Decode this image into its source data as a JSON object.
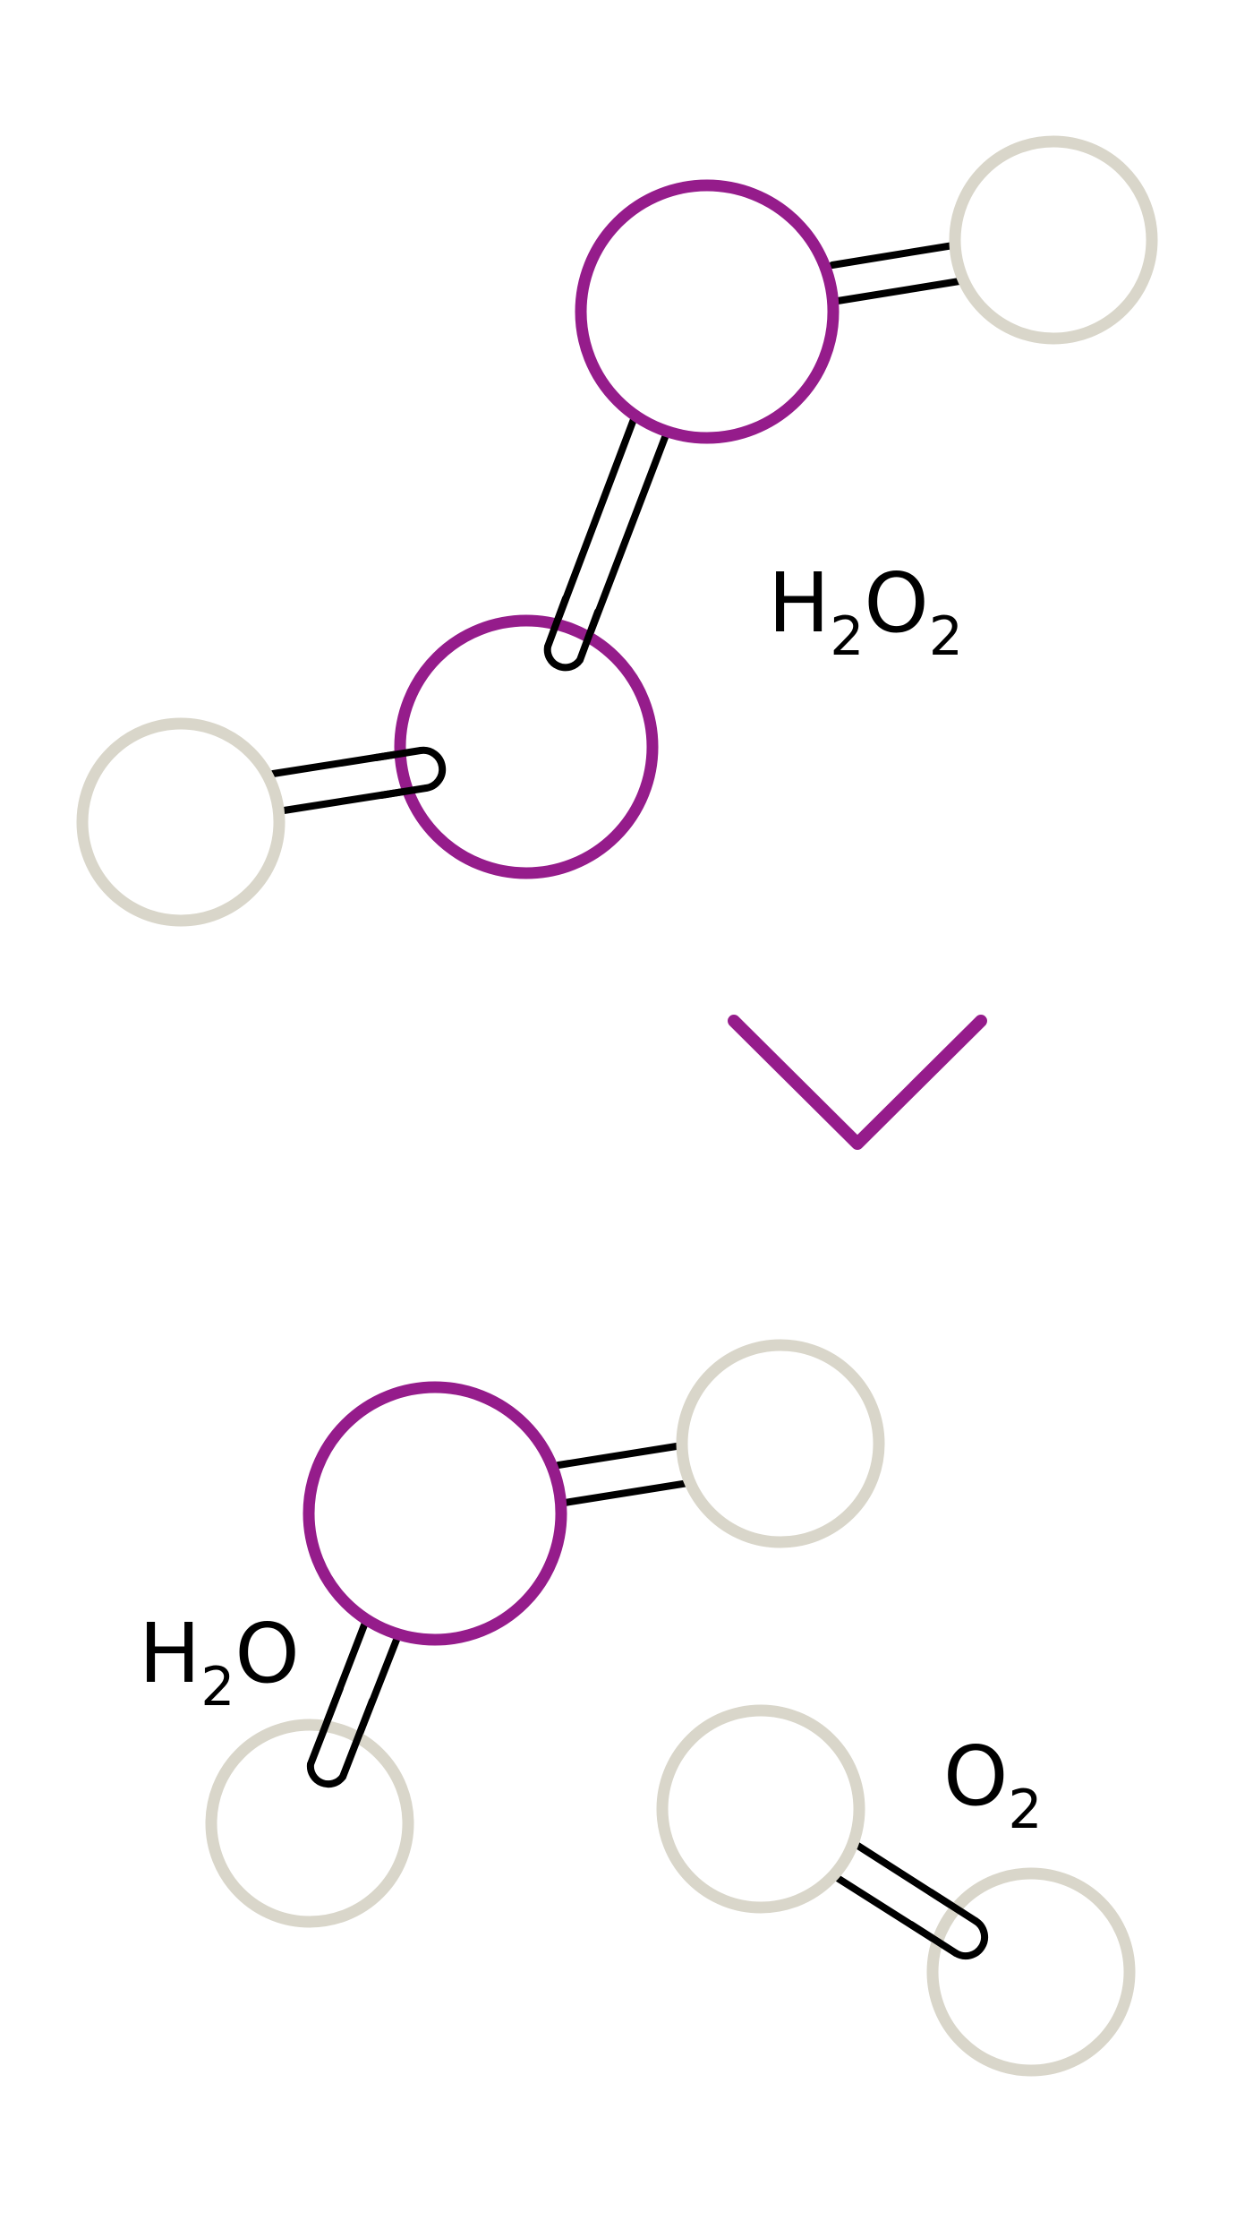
{
  "colors": {
    "oxygen": "#951c8b",
    "hydrogen": "#d9d6ca",
    "bond": "#000000",
    "arrow": "#951c8b",
    "background": "#ffffff"
  },
  "molecules": {
    "reactant": {
      "formula_main_1": "H",
      "formula_sub_1": "2",
      "formula_main_2": "O",
      "formula_sub_2": "2"
    },
    "product_water": {
      "formula_main_1": "H",
      "formula_sub_1": "2",
      "formula_main_2": "O"
    },
    "product_oxygen": {
      "formula_main_1": "O",
      "formula_sub_1": "2"
    }
  },
  "arrow": {
    "icon": "chevron-down-icon"
  }
}
